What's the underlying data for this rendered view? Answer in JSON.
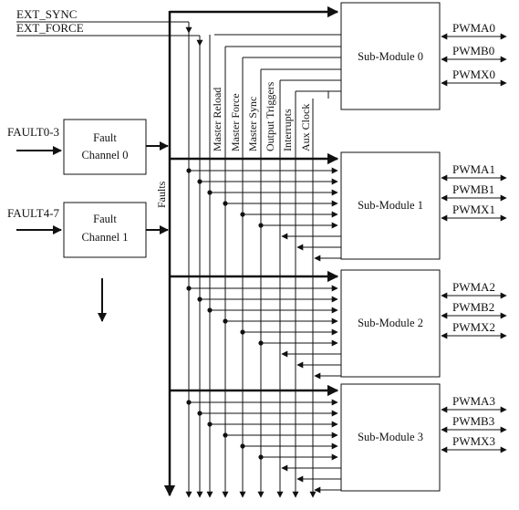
{
  "signals_top": {
    "ext_sync": "EXT_SYNC",
    "ext_force": "EXT_FORCE"
  },
  "fault_inputs": [
    {
      "input_label": "FAULT0-3",
      "channel_line1": "Fault",
      "channel_line2": "Channel 0"
    },
    {
      "input_label": "FAULT4-7",
      "channel_line1": "Fault",
      "channel_line2": "Channel 1"
    }
  ],
  "bus_labels": {
    "faults": "Faults",
    "master_reload": "Master Reload",
    "master_force": "Master Force",
    "master_sync": "Master Sync",
    "output_triggers": "Output Triggers",
    "interrupts": "Interrupts",
    "aux_clock": "Aux Clock"
  },
  "submodules": [
    {
      "label": "Sub-Module 0",
      "outputs": [
        "PWMA0",
        "PWMB0",
        "PWMX0"
      ]
    },
    {
      "label": "Sub-Module 1",
      "outputs": [
        "PWMA1",
        "PWMB1",
        "PWMX1"
      ]
    },
    {
      "label": "Sub-Module 2",
      "outputs": [
        "PWMA2",
        "PWMB2",
        "PWMX2"
      ]
    },
    {
      "label": "Sub-Module 3",
      "outputs": [
        "PWMA3",
        "PWMB3",
        "PWMX3"
      ]
    }
  ]
}
